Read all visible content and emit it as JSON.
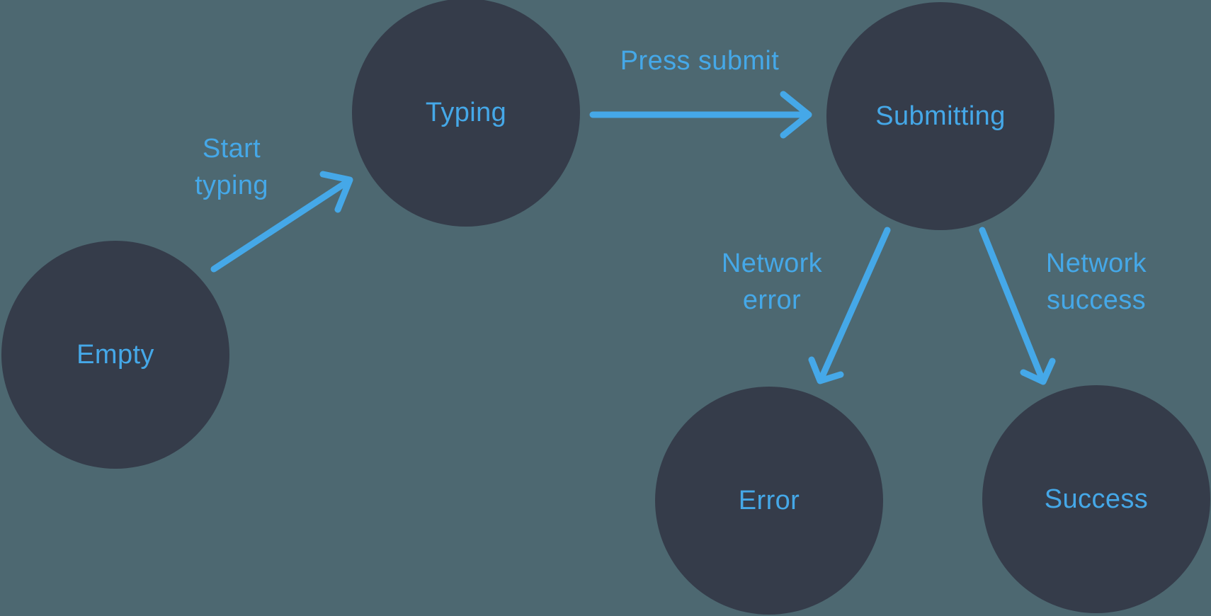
{
  "diagram": {
    "type": "state-machine",
    "colors": {
      "background": "#4d6871",
      "node_fill": "#353c4a",
      "accent": "#45a8e8"
    },
    "nodes": [
      {
        "id": "empty",
        "label": "Empty"
      },
      {
        "id": "typing",
        "label": "Typing"
      },
      {
        "id": "submitting",
        "label": "Submitting"
      },
      {
        "id": "error",
        "label": "Error"
      },
      {
        "id": "success",
        "label": "Success"
      }
    ],
    "edges": [
      {
        "from": "empty",
        "to": "typing",
        "label": "Start typing",
        "label_lines": [
          "Start",
          "typing"
        ]
      },
      {
        "from": "typing",
        "to": "submitting",
        "label": "Press submit",
        "label_lines": [
          "Press submit"
        ]
      },
      {
        "from": "submitting",
        "to": "error",
        "label": "Network error",
        "label_lines": [
          "Network",
          "error"
        ]
      },
      {
        "from": "submitting",
        "to": "success",
        "label": "Network success",
        "label_lines": [
          "Network",
          "success"
        ]
      }
    ]
  }
}
